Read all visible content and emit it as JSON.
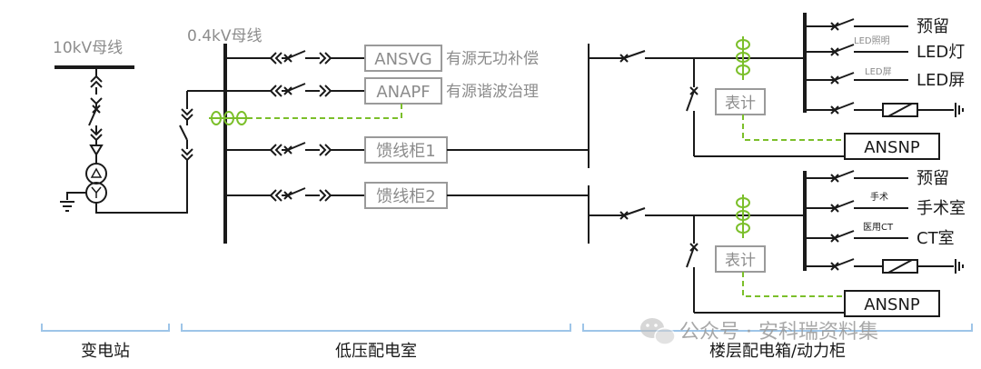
{
  "labels": {
    "bus_10kv": "10kV母线",
    "bus_04kv": "0.4kV母线",
    "ansvg": "ANSVG",
    "ansvg_desc": "有源无功补偿",
    "anapf": "ANAPF",
    "anapf_desc": "有源谐波治理",
    "feeder1": "馈线柜1",
    "feeder2": "馈线柜2",
    "meter": "表计",
    "ansnp": "ANSNP",
    "reserve": "预留",
    "led_light_small": "LED照明",
    "led_light": "LED灯",
    "led_screen_small": "LED屏",
    "led_screen": "LED屏",
    "surgery_small": "手术",
    "surgery_room": "手术室",
    "medical_ct_small": "医用CT",
    "ct_room": "CT室"
  },
  "sections": {
    "substation": "变电站",
    "lv_room": "低压配电室",
    "floor_box": "楼层配电箱/动力柜"
  },
  "watermark": "公众号 · 安科瑞资料集",
  "colors": {
    "line": "#1a1a1a",
    "label_gray": "#8c8c8c",
    "comm_green": "#7bbf2a",
    "brace_blue": "#9ec5e8"
  }
}
